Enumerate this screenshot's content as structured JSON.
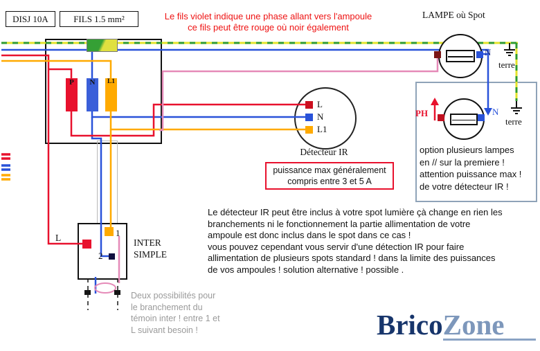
{
  "colors": {
    "phase_red": "#e8112d",
    "neutral_blue": "#2952d9",
    "l1_orange": "#ffaa00",
    "earth_green": "#2e9b2e",
    "earth_yellow": "#e3e32a",
    "violet_pink": "#e58ab8",
    "warning_red": "#ee1111",
    "logo_dark": "#17356b",
    "logo_light": "#7d97bb"
  },
  "header": {
    "disj_label": "DISJ 10A",
    "fils_label": "FILS 1.5 mm²",
    "warning": "Le fils violet indique une phase allant vers l'ampoule\nce fils peut être rouge où noir également"
  },
  "panel": {
    "terminal_p": "P",
    "terminal_n": "N",
    "terminal_l1": "L1"
  },
  "lamp": {
    "title": "LAMPE où Spot",
    "n_label": "N",
    "terre_label": "terre"
  },
  "option": {
    "ph_label": "PH",
    "n_label": "N",
    "terre_label": "terre",
    "text": "option plusieurs lampes\nen // sur la premiere !\nattention puissance max !\nde votre détecteur IR !"
  },
  "detector": {
    "title": "Détecteur IR",
    "terminal_l": "L",
    "terminal_n": "N",
    "terminal_l1": "L1",
    "max_power": "puissance max généralement\ncompris entre 3 et 5 A"
  },
  "switch": {
    "l_label": "L",
    "terminal_1": "1",
    "terminal_2": "2",
    "title": "INTER\nSIMPLE",
    "note": "Deux possibilités pour\nle branchement du\ntémoin inter ! entre 1 et\nL suivant besoin !"
  },
  "body_text": "Le détecteur IR peut être inclus à votre spot lumière çà change en rien les\nbranchements ni le fonctionnement la partie allimentation de votre\nampoule est donc inclus dans le spot dans ce cas !\nvous pouvez cependant vous servir d'une détection IR pour faire\nallimentation de plusieurs spots standard ! dans la limite des puissances\nde vos ampoules ! solution alternative ! possible .",
  "logo": {
    "brico": "Brico",
    "zone": "Zone"
  }
}
